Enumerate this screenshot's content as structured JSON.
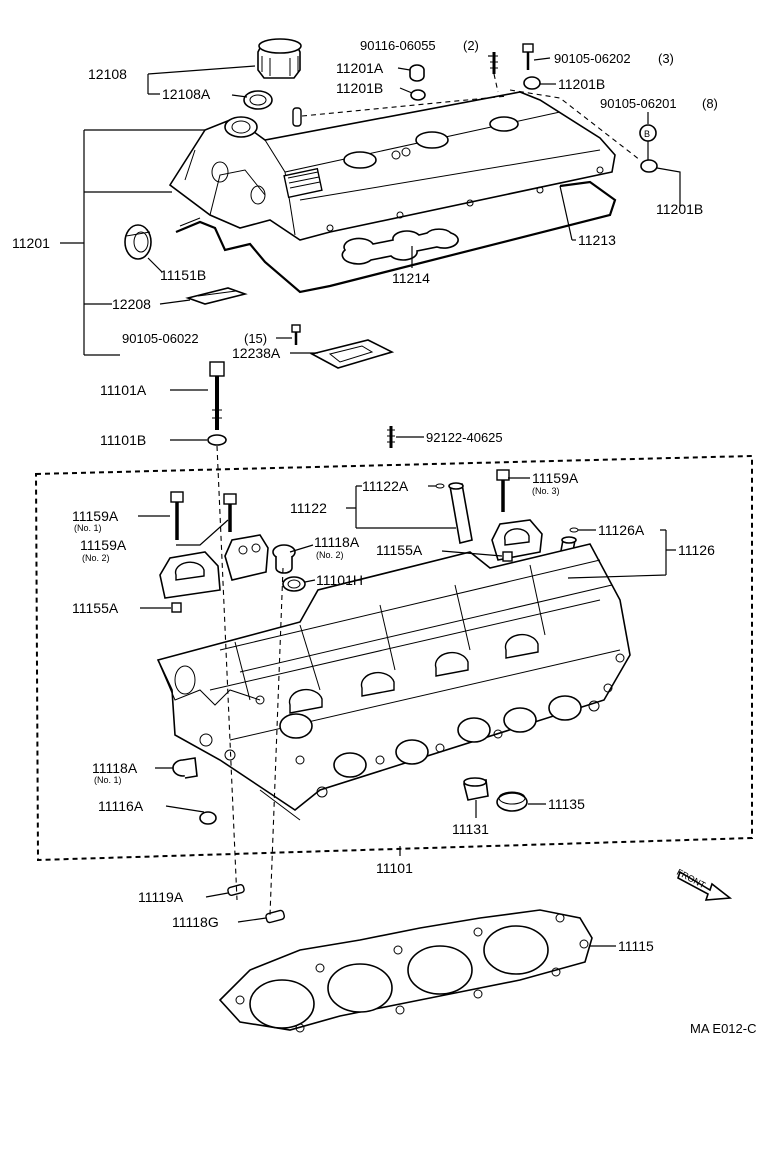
{
  "labels": {
    "p12108": "12108",
    "p12108A": "12108A",
    "p90116": "90116-06055",
    "p90116_qty": "(2)",
    "p11201A": "11201A",
    "p11201B_a": "11201B",
    "p90105_06202": "90105-06202",
    "p90105_06202_qty": "(3)",
    "p11201B_b": "11201B",
    "p90105_06201": "90105-06201",
    "p90105_06201_qty": "(8)",
    "p11201B_c": "11201B",
    "circle_B": "B",
    "p11201": "11201",
    "p11213": "11213",
    "p11214": "11214",
    "p11151B": "11151B",
    "p12208": "12208",
    "p90105_06022": "90105-06022",
    "p90105_06022_qty": "(15)",
    "p12238A": "12238A",
    "p11101A": "11101A",
    "p11101B": "11101B",
    "p92122": "92122-40625",
    "p11122A": "11122A",
    "p11122": "11122",
    "p11159A_3": "11159A",
    "p11159A_3_note": "(No. 3)",
    "p11159A_1": "11159A",
    "p11159A_1_note": "(No. 1)",
    "p11159A_2": "11159A",
    "p11159A_2_note": "(No. 2)",
    "p11118A_2": "11118A",
    "p11118A_2_note": "(No. 2)",
    "p11155A_a": "11155A",
    "p11126A": "11126A",
    "p11126": "11126",
    "p11101H": "11101H",
    "p11155A_b": "11155A",
    "p11118A_1": "11118A",
    "p11118A_1_note": "(No. 1)",
    "p11116A": "11116A",
    "p11131": "11131",
    "p11135": "11135",
    "p11101": "11101",
    "front": "FRONT",
    "p11119A": "11119A",
    "p11118G": "11118G",
    "p11115": "11115",
    "diagram_code": "MA E012-C"
  }
}
